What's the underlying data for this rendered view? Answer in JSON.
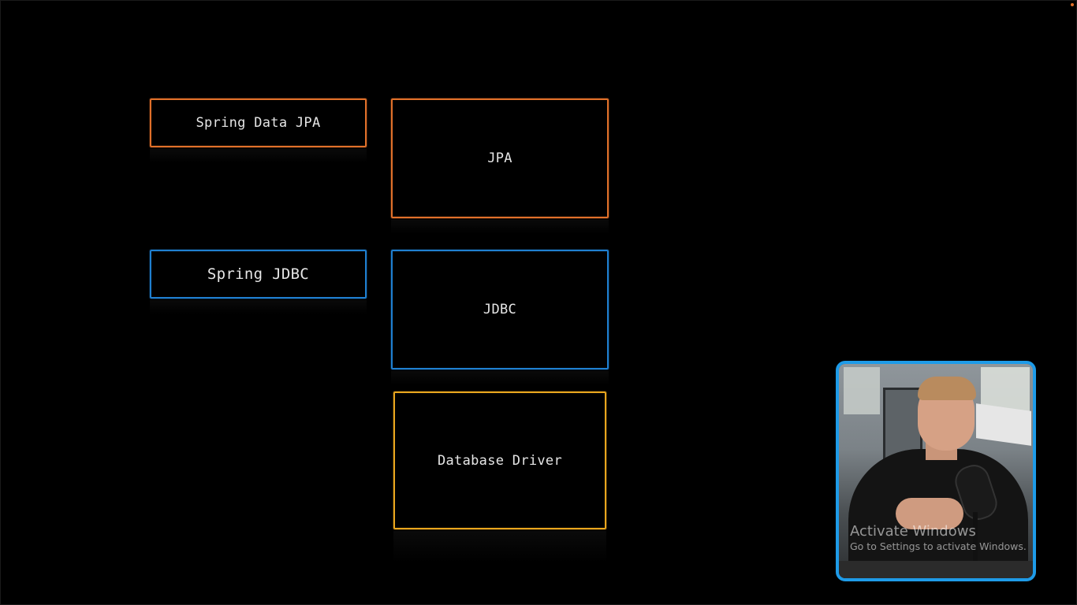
{
  "diagram": {
    "boxes": [
      {
        "id": "spring-data-jpa",
        "label": "Spring Data JPA",
        "color": "#e0702a"
      },
      {
        "id": "jpa",
        "label": "JPA",
        "color": "#e0702a"
      },
      {
        "id": "spring-jdbc",
        "label": "Spring JDBC",
        "color": "#1f7fd0"
      },
      {
        "id": "jdbc",
        "label": "JDBC",
        "color": "#1f7fd0"
      },
      {
        "id": "database-driver",
        "label": "Database Driver",
        "color": "#e8a51e"
      }
    ]
  },
  "webcam": {
    "border_color": "#1e9be8"
  },
  "watermark": {
    "title": "Activate Windows",
    "subtitle": "Go to Settings to activate Windows."
  },
  "colors": {
    "background": "#000000",
    "orange": "#e0702a",
    "blue": "#1f7fd0",
    "yellow": "#e8a51e"
  }
}
